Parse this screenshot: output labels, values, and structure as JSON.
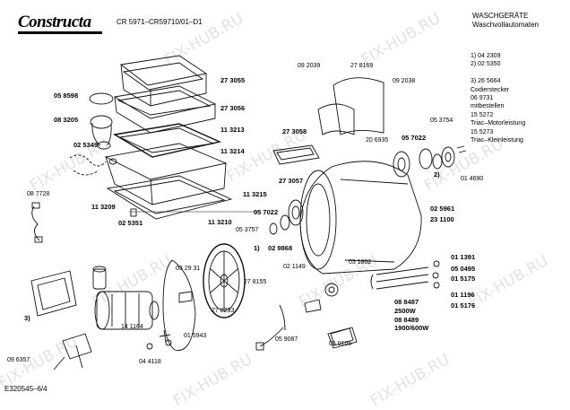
{
  "header": {
    "brand": "Constructa",
    "model": "CR 5971–CR59710/01–D1",
    "category": "WASCHGERÄTE",
    "subcategory": "Waschvollautomaten"
  },
  "notes": [
    "1)  04 2309",
    "2)  02 5350",
    "",
    "3)  26 5664",
    "     Codierstecker",
    "     06 9731",
    "     mitbestellen",
    "     15 5272",
    "     Triac–Motorleistung",
    "     15 5273",
    "     Triac–Kleinleistung"
  ],
  "parts": {
    "p273055": "27 3055",
    "p058598": "05 8598",
    "p273056": "27 3056",
    "p083205": "08 3205",
    "p113213": "11 3213",
    "p025349": "02 5349",
    "p113214": "11 3214",
    "p273058": "27 3058",
    "p273057": "27 3057",
    "p113215": "11 3215",
    "p087728": "08 7728",
    "p113209": "11 3209",
    "p113210": "11 3210",
    "p025351": "02 5351",
    "p092039": "09 2039",
    "p278169": "27 8169",
    "p092038": "09 2038",
    "p053754": "05 3754",
    "p206935": "20 6935",
    "p057022a": "05 7022",
    "p014690": "01 4690",
    "p057022b": "05 7022",
    "p025961": "02 5961",
    "p231100": "23 1100",
    "p053757": "05 3757",
    "p029868": "02 9868",
    "p011391": "01 1391",
    "p050495": "05 0495",
    "p015175": "01 5175",
    "p011196": "01 1196",
    "p015176": "01 5176",
    "p032931": "03 29 31",
    "p021149": "02 1149",
    "p031802": "03 1802",
    "p278155": "27 8155",
    "p278233": "27 8233",
    "p141164": "14 1164",
    "p015943": "01 5943",
    "p059087": "05 9087",
    "p050105": "05 0105",
    "p088487": "08 8487",
    "p2500w": "2500W",
    "p088489": "08 8489",
    "p1900w": "1900/600W",
    "p044118": "04 4118",
    "p096357": "09 6357",
    "callout1": "1)",
    "callout2": "2)",
    "callout3": "3)"
  },
  "footer": {
    "drawing_id": "E320545–6/4"
  },
  "watermark": "FIX-HUB.RU"
}
